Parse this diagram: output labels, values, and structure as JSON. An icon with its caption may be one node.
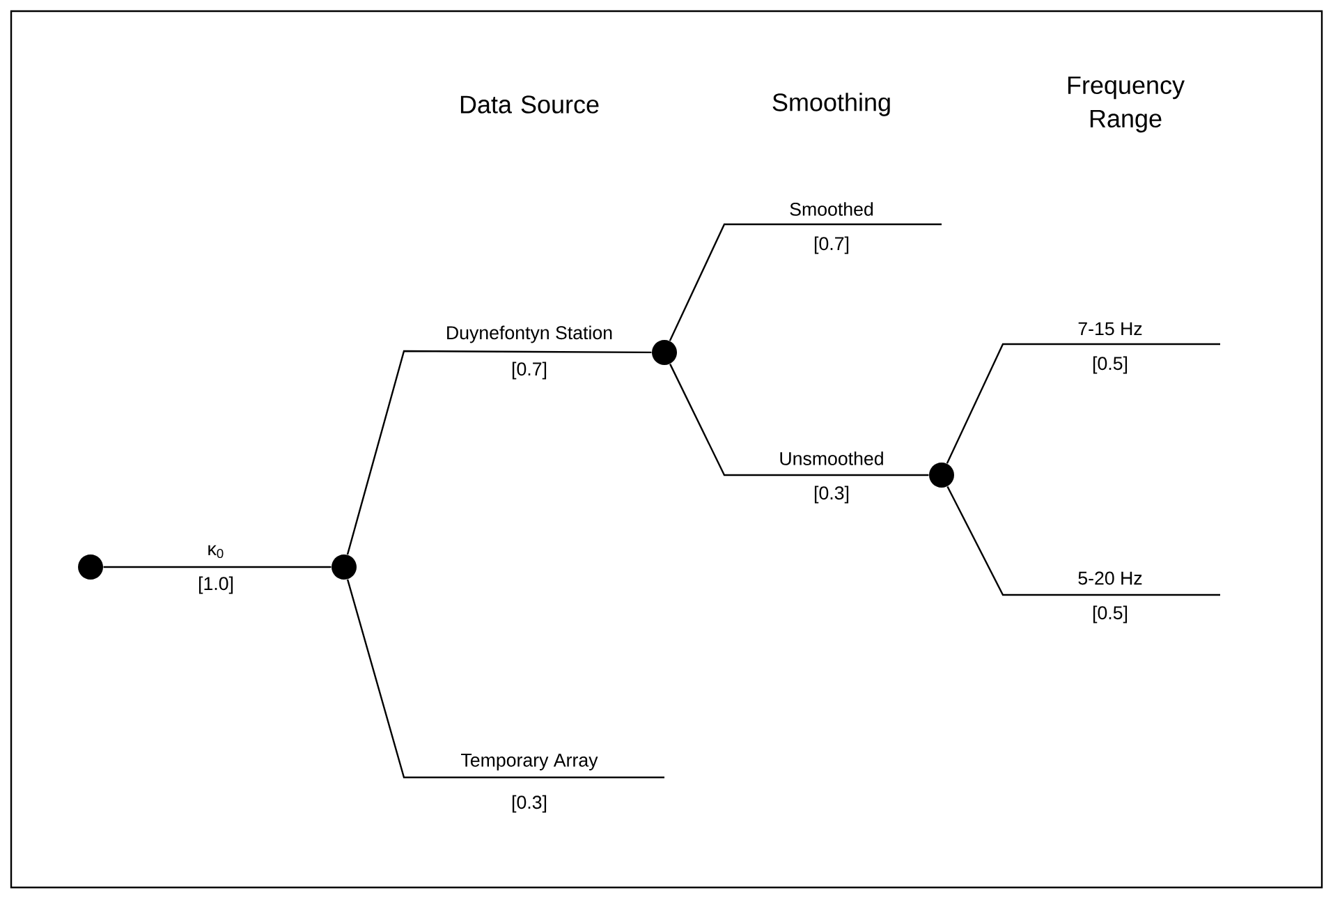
{
  "diagram": {
    "nodes": [
      {
        "text": [],
        "shape": "circle"
      },
      {
        "text": [],
        "shape": "circle"
      },
      {
        "text": [],
        "shape": "circle"
      },
      {
        "text": [],
        "shape": "circle"
      }
    ],
    "edges": [
      {
        "from": 0,
        "to": 1,
        "arrow": "none",
        "label": "κ$_{0}$"
      },
      {
        "from": 1,
        "to": 2,
        "arrow": "none",
        "label": "Duynefontyn Station"
      },
      {
        "from": 1,
        "to": null,
        "arrow": "none",
        "label": "Temporary Array"
      },
      {
        "from": 2,
        "to": null,
        "arrow": "none",
        "label": "Smoothed"
      },
      {
        "from": 2,
        "to": 3,
        "arrow": "none",
        "label": "Unsmoothed"
      },
      {
        "from": 3,
        "to": null,
        "arrow": "none",
        "label": "7-15 Hz"
      },
      {
        "from": 3,
        "to": null,
        "arrow": "none",
        "label": "5-20 Hz"
      }
    ],
    "labels": [
      "Data Source",
      "Smoothing",
      "Frequency Range",
      "[1.0]",
      "[0.7]",
      "[0.3]",
      "[0.7]",
      "[0.3]",
      "[0.5]",
      "[0.5]"
    ]
  }
}
